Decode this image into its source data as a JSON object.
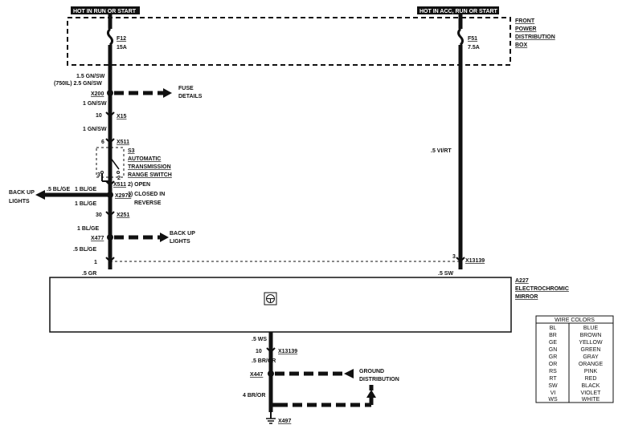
{
  "headers": {
    "left": "HOT IN RUN OR START",
    "right": "HOT IN ACC, RUN OR START"
  },
  "fuse_box": {
    "label": [
      "FRONT",
      "POWER",
      "DISTRIBUTION",
      "BOX"
    ]
  },
  "fuses": [
    {
      "id": "F12",
      "rating": "15A"
    },
    {
      "id": "F51",
      "rating": "7.5A"
    }
  ],
  "wire_labels": {
    "w1": "1.5 GN/SW",
    "w1b": "(750IL) 2.5 GN/SW",
    "w2": "1 GN/SW",
    "w3": "1 GN/SW",
    "w4": "1 BL/GE",
    "w5": "1 BL/GE",
    "w6": ".5 BL/GE",
    "w7": "1 BL/GE",
    "w8": ".5 BL/GE",
    "w9": ".5 GR",
    "w10": ".5 VI/RT",
    "w11": ".5 SW",
    "w12": ".5 WS",
    "w13": ".5 BR/OR",
    "w14": "4 BR/OR"
  },
  "connectors": {
    "x200": "X200",
    "x15": "X15",
    "x15_pin": "10",
    "x511": "X511",
    "x511_pin": "6",
    "x511b": "X511",
    "x2972": "X2972",
    "x251": "X251",
    "x251_pin": "30",
    "x477": "X477",
    "x13139_top": "X13139",
    "x13139_top_pin": "3",
    "pin_left": "1",
    "x13139_bot": "X13139",
    "x13139_bot_pin": "10",
    "x447": "X447",
    "x497": "X497"
  },
  "switch": {
    "id": "S3",
    "name": [
      "AUTOMATIC",
      "TRANSMISSION",
      "RANGE SWITCH"
    ],
    "notes": [
      "2) OPEN",
      "3) CLOSED IN",
      "REVERSE"
    ],
    "pin2": "2",
    "pin3": "3"
  },
  "references": {
    "fuse_details": [
      "FUSE",
      "DETAILS"
    ],
    "back_up_lights_left": [
      "BACK UP",
      "LIGHTS"
    ],
    "back_up_lights_right": [
      "BACK UP",
      "LIGHTS"
    ],
    "ground_distribution": [
      "GROUND",
      "DISTRIBUTION"
    ]
  },
  "component": {
    "id": "A227",
    "name": [
      "ELECTROCHROMIC",
      "MIRROR"
    ]
  },
  "wire_colors": {
    "title": "WIRE COLORS",
    "rows": [
      [
        "BL",
        "BLUE"
      ],
      [
        "BR",
        "BROWN"
      ],
      [
        "GE",
        "YELLOW"
      ],
      [
        "GN",
        "GREEN"
      ],
      [
        "GR",
        "GRAY"
      ],
      [
        "OR",
        "ORANGE"
      ],
      [
        "RS",
        "PINK"
      ],
      [
        "RT",
        "RED"
      ],
      [
        "SW",
        "BLACK"
      ],
      [
        "VI",
        "VIOLET"
      ],
      [
        "WS",
        "WHITE"
      ]
    ]
  }
}
